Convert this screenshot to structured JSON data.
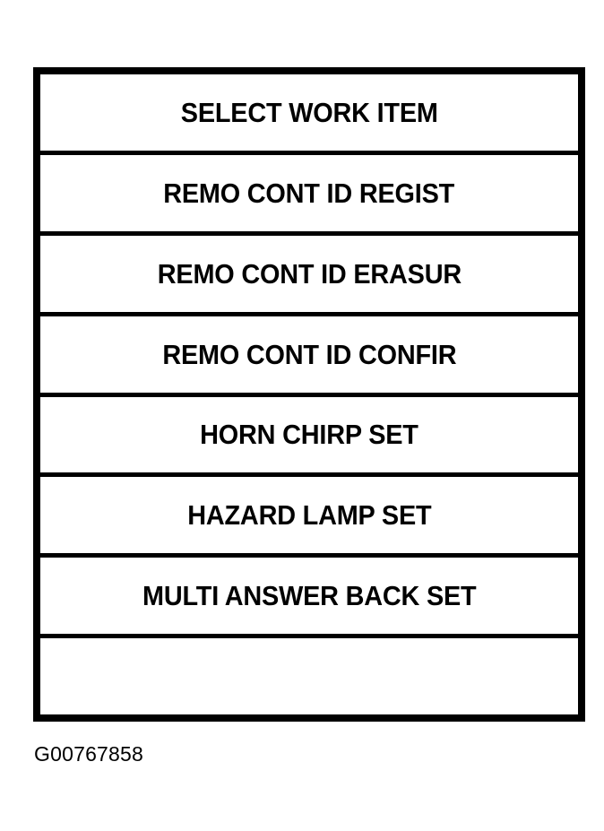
{
  "figure": {
    "caption": "G00767858",
    "frame_color": "#000000",
    "background_color": "#ffffff",
    "text_color": "#000000"
  },
  "display_panel": {
    "title": "SELECT WORK ITEM",
    "rows": [
      {
        "label": "SELECT WORK ITEM",
        "empty": false
      },
      {
        "label": "REMO CONT ID REGIST",
        "empty": false
      },
      {
        "label": "REMO CONT ID ERASUR",
        "empty": false
      },
      {
        "label": "REMO CONT ID CONFIR",
        "empty": false
      },
      {
        "label": "HORN CHIRP SET",
        "empty": false
      },
      {
        "label": "HAZARD LAMP SET",
        "empty": false
      },
      {
        "label": "MULTI ANSWER BACK SET",
        "empty": false
      },
      {
        "label": "",
        "empty": true
      }
    ]
  }
}
